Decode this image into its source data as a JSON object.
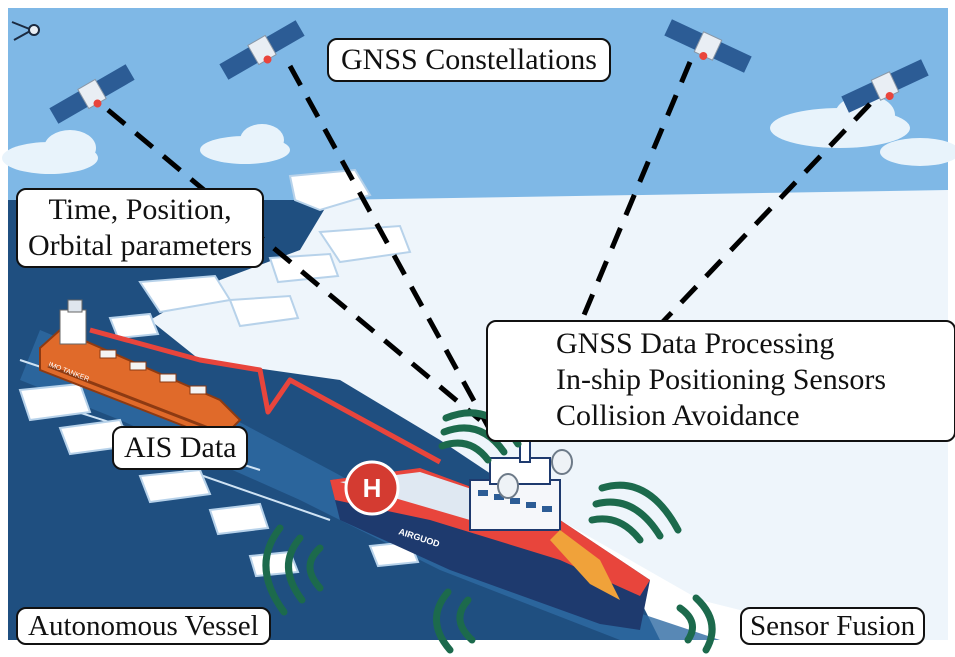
{
  "labels": {
    "gnss_constellations": "GNSS Constellations",
    "time_position_orbital": [
      "Time, Position,",
      "Orbital parameters"
    ],
    "processing": [
      "GNSS Data Processing",
      "In-ship Positioning Sensors",
      "Collision Avoidance"
    ],
    "ais_data": "AIS Data",
    "autonomous_vessel": "Autonomous Vessel",
    "sensor_fusion": "Sensor Fusion"
  },
  "ship_markings": {
    "icebreaker_name": "AIRGUOD",
    "cargo_name": "IMO TANKER"
  },
  "colors": {
    "sky": "#7fb8e6",
    "ice": "#eef5fb",
    "water": "#1f4f80",
    "cargo_hull": "#e06a2a",
    "icebreaker_hull": "#1e3a6e",
    "ais_link": "#e8453c",
    "signal_waves": "#1c6a4c",
    "server": "#2a9d8f"
  }
}
